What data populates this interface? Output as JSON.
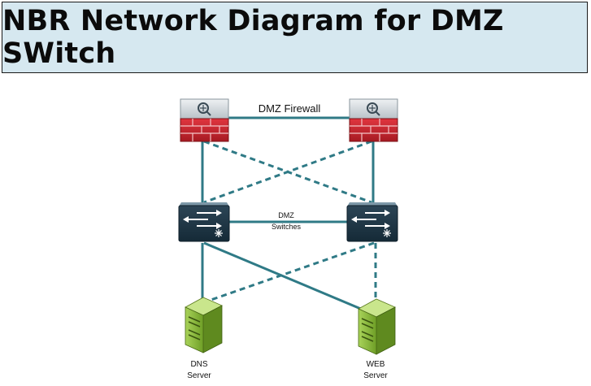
{
  "title": "NBR Network Diagram for DMZ SWitch",
  "firewall_label": "DMZ Firewall",
  "switches_label": [
    "DMZ",
    "Switches"
  ],
  "servers": [
    {
      "name": "DNS",
      "sub": "Server"
    },
    {
      "name": "WEB",
      "sub": "Server"
    }
  ],
  "colors": {
    "title_bg": "#d6e8f0",
    "link": "#2f7a86",
    "firewall_red": "#c8242e",
    "switch_dark": "#243c4c",
    "server_green": "#8cbf3c"
  }
}
